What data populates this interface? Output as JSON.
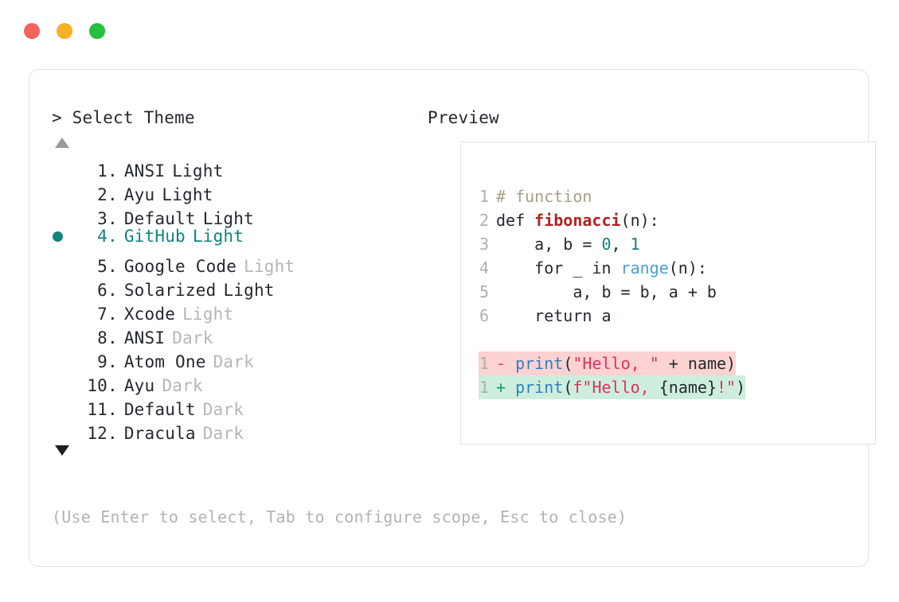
{
  "window": {
    "dots": [
      {
        "name": "close",
        "color": "#f4625d"
      },
      {
        "name": "minimize",
        "color": "#f6b024"
      },
      {
        "name": "maximize",
        "color": "#25c03f"
      }
    ]
  },
  "left_panel": {
    "prompt": "> Select Theme",
    "scroll_up_indicator": "▲",
    "scroll_down_indicator": "▼",
    "selected_index": 4,
    "selected_color": "#12837f",
    "items": [
      {
        "index": "1",
        "sep": ".",
        "name": "ANSI",
        "suffix": "Light",
        "suffix_muted": false,
        "selected": false,
        "bullet": false
      },
      {
        "index": "2",
        "sep": ".",
        "name": "Ayu",
        "suffix": "Light",
        "suffix_muted": false,
        "selected": false,
        "bullet": false
      },
      {
        "index": "3",
        "sep": ".",
        "name": "Default",
        "suffix": "Light",
        "suffix_muted": false,
        "selected": false,
        "bullet": false
      },
      {
        "index": "4",
        "sep": ".",
        "name": "GitHub",
        "suffix": "Light",
        "suffix_muted": false,
        "selected": true,
        "bullet": true
      },
      {
        "index": "5",
        "sep": ".",
        "name": "Google Code",
        "suffix": "Light",
        "suffix_muted": true,
        "selected": false,
        "bullet": false
      },
      {
        "index": "6",
        "sep": ".",
        "name": "Solarized",
        "suffix": "Light",
        "suffix_muted": false,
        "selected": false,
        "bullet": false
      },
      {
        "index": "7",
        "sep": ".",
        "name": "Xcode",
        "suffix": "Light",
        "suffix_muted": true,
        "selected": false,
        "bullet": false
      },
      {
        "index": "8",
        "sep": ".",
        "name": "ANSI",
        "suffix": "Dark",
        "suffix_muted": true,
        "selected": false,
        "bullet": false
      },
      {
        "index": "9",
        "sep": ".",
        "name": "Atom One",
        "suffix": "Dark",
        "suffix_muted": true,
        "selected": false,
        "bullet": false
      },
      {
        "index": "10",
        "sep": ".",
        "name": "Ayu",
        "suffix": "Dark",
        "suffix_muted": true,
        "selected": false,
        "bullet": false
      },
      {
        "index": "11",
        "sep": ".",
        "name": "Default",
        "suffix": "Dark",
        "suffix_muted": true,
        "selected": false,
        "bullet": false
      },
      {
        "index": "12",
        "sep": ".",
        "name": "Dracula",
        "suffix": "Dark",
        "suffix_muted": true,
        "selected": false,
        "bullet": false
      }
    ]
  },
  "right_panel": {
    "title": "Preview",
    "code_lines": [
      {
        "ln": "1",
        "tokens": [
          {
            "t": "# function",
            "c": "comment"
          }
        ]
      },
      {
        "ln": "2",
        "tokens": [
          {
            "t": "def ",
            "c": "plain"
          },
          {
            "t": "fibonacci",
            "c": "func"
          },
          {
            "t": "(n):",
            "c": "punct"
          }
        ]
      },
      {
        "ln": "3",
        "tokens": [
          {
            "t": "    a, b = ",
            "c": "plain"
          },
          {
            "t": "0",
            "c": "num"
          },
          {
            "t": ", ",
            "c": "plain"
          },
          {
            "t": "1",
            "c": "num"
          }
        ]
      },
      {
        "ln": "4",
        "tokens": [
          {
            "t": "    for _ in ",
            "c": "plain"
          },
          {
            "t": "range",
            "c": "builtin"
          },
          {
            "t": "(n):",
            "c": "punct"
          }
        ]
      },
      {
        "ln": "5",
        "tokens": [
          {
            "t": "        a, b = b, a + b",
            "c": "plain"
          }
        ]
      },
      {
        "ln": "6",
        "tokens": [
          {
            "t": "    return a",
            "c": "plain"
          }
        ]
      }
    ],
    "diff_lines": [
      {
        "ln": "1",
        "kind": "del",
        "marker": "-",
        "background": "#fcd2d2",
        "tokens": [
          {
            "t": "print",
            "c": "call"
          },
          {
            "t": "(",
            "c": "punct"
          },
          {
            "t": "\"Hello, \"",
            "c": "str"
          },
          {
            "t": " + name)",
            "c": "plain"
          }
        ]
      },
      {
        "ln": "1",
        "kind": "add",
        "marker": "+",
        "background": "#cdeedd",
        "tokens": [
          {
            "t": "print",
            "c": "call"
          },
          {
            "t": "(",
            "c": "punct"
          },
          {
            "t": "f\"Hello, ",
            "c": "str"
          },
          {
            "t": "{name}",
            "c": "plain"
          },
          {
            "t": "!\"",
            "c": "str"
          },
          {
            "t": ")",
            "c": "punct"
          }
        ]
      }
    ]
  },
  "footer": {
    "hint": "(Use Enter to select, Tab to configure scope, Esc to close)"
  }
}
